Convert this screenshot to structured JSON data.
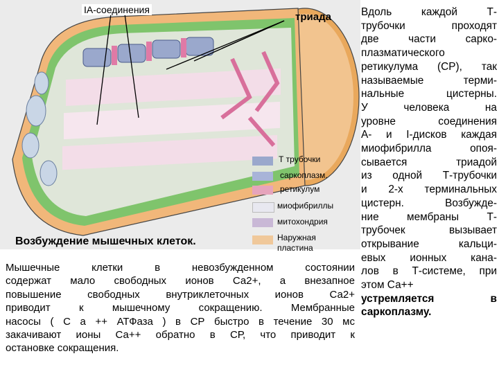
{
  "figure": {
    "label_ia": "IA-соединения",
    "label_triad": "триада",
    "caption": "Возбуждение мышечных клеток.",
    "legend": [
      {
        "label": "Т трубочки",
        "color": "#9aa8cc"
      },
      {
        "label": "саркоплазм.",
        "color": "#e6a4bc"
      },
      {
        "label": "ретикулум",
        "color": "#a8b4d8"
      },
      {
        "label": "миофибриллы",
        "color": "#e8e8f0"
      },
      {
        "label": "митохондрия",
        "color": "#c9b8d6"
      },
      {
        "label": "Наружная",
        "color": "#f0c89a"
      },
      {
        "label": "пластина",
        "color": ""
      }
    ]
  },
  "right_column": [
    "Вдоль каждой Т-",
    "трубочки проходят",
    "две части сарко-",
    "плазматического",
    "ретикулума (СР), так",
    "называемые терми-",
    "нальные цистерны.",
    "У человека на",
    "уровне соединения",
    "А- и I-дисков каждая",
    "миофибрилла опоя-",
    "сывается триадой",
    "из одной Т-трубочки",
    "и 2-х терминальных",
    "цистерн. Возбужде-",
    "ние мембраны Т-",
    "трубочек вызывает",
    "открывание кальци-",
    "евых ионных кана-",
    "лов в Т-системе, при",
    "этом Са++",
    "устремляется в",
    "саркоплазму."
  ],
  "bottom_text": [
    "Мышечные клетки в невозбужденном состоянии",
    "содержат мало свободных ионов Са2+, а внезапное",
    "повышение свободных внутриклеточных ионов Са2+",
    "приводит к мышечному сокращению. Мембранные",
    "насосы ( С а ++ АТФаза ) в СР быстро в течение 30 мс",
    "закачивают ионы Са++ обратно в СР, что приводит к",
    "остановке сокращения."
  ]
}
